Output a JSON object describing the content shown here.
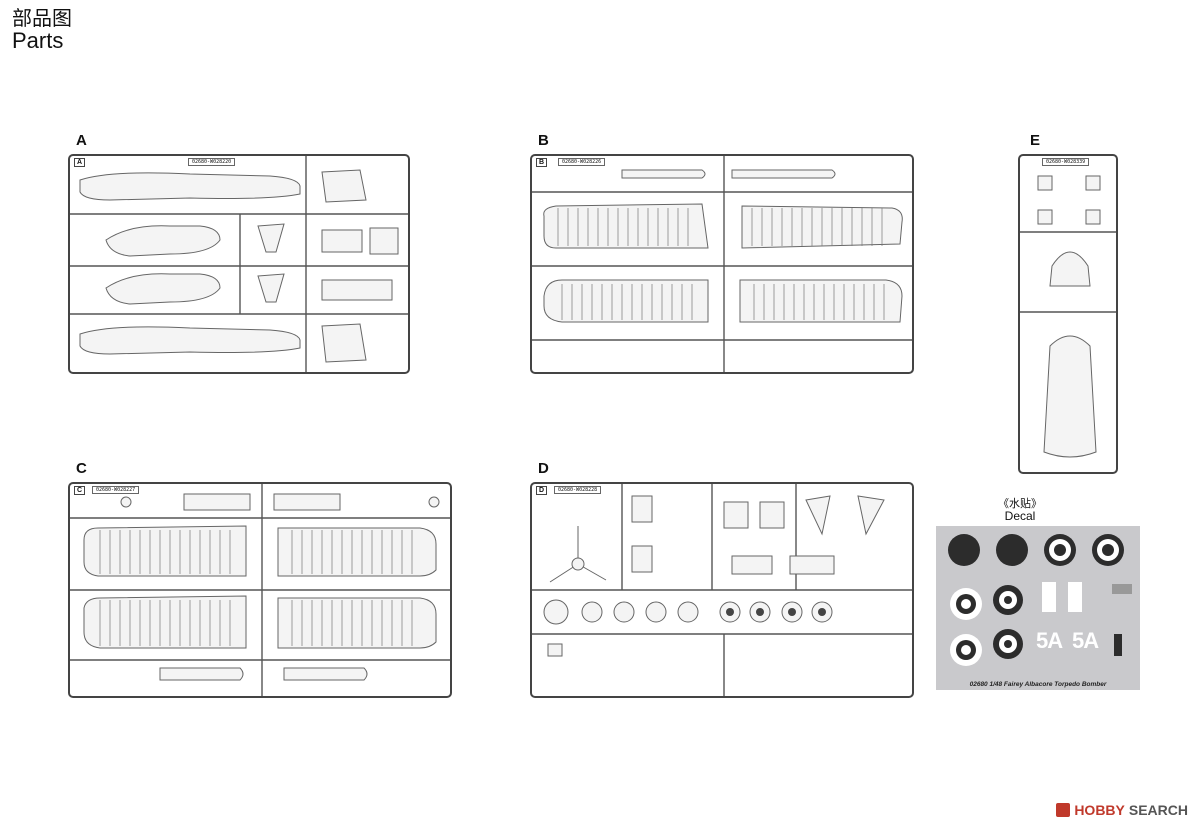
{
  "header": {
    "title_zh": "部品图",
    "title_en": "Parts"
  },
  "sprues": [
    {
      "label": "A",
      "tag": "A",
      "code": "02680-W028220"
    },
    {
      "label": "B",
      "tag": "B",
      "code": "02680-W028226"
    },
    {
      "label": "C",
      "tag": "C",
      "code": "02680-W028227"
    },
    {
      "label": "D",
      "tag": "D",
      "code": "02680-W028228"
    },
    {
      "label": "E",
      "tag": "",
      "code": "02680-W028339"
    }
  ],
  "decal": {
    "title_zh": "《水贴》",
    "title_en": "Decal",
    "caption": "02680 1/48 Fairey Albacore Torpedo Bomber",
    "codes": [
      "5A",
      "5A"
    ],
    "roundel_colors": {
      "outer": "#2c2c2c",
      "mid": "#ffffff",
      "inner": "#2c2c2c",
      "sheet": "#c9c9cc"
    }
  },
  "watermark": {
    "brand": "HOBBY",
    "suffix": "SEARCH",
    "logo_icon": "hobbysearch-logo-icon"
  }
}
